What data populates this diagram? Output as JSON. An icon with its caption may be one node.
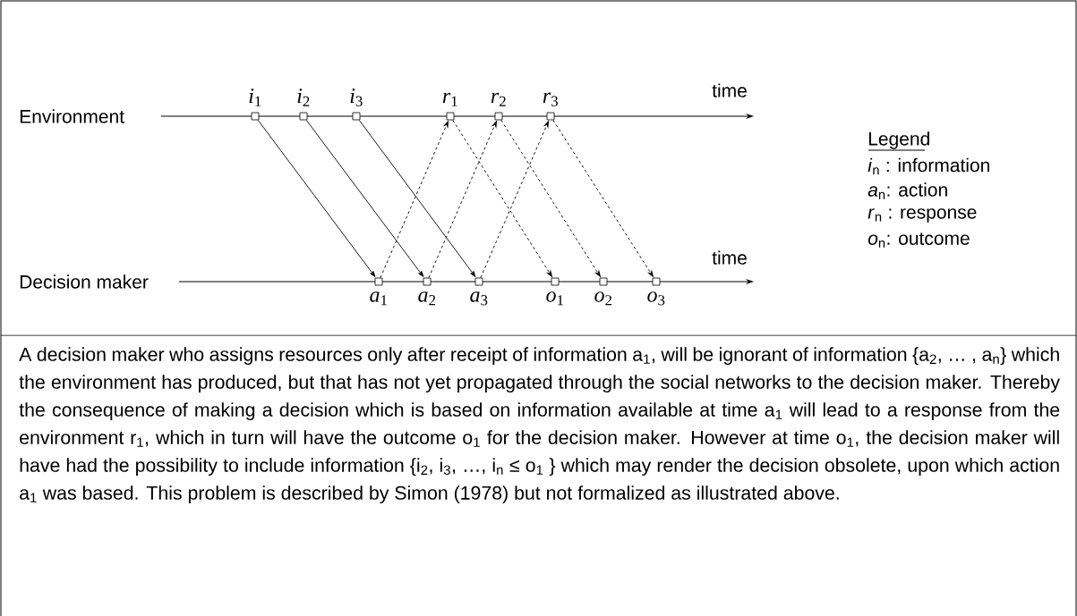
{
  "diagram": {
    "caption": "A decision maker who assigns resources only after receipt of information a$_{1}$, will be ignorant of information {a$_{2}$, … , a$_{n}$} which the environment has produced, but that has not yet propagated through the social networks to the decision maker. Thereby the consequence of making a decision which is based on information available at time a$_{1}$ will lead to a response from the environment r$_{1}$, which in turn will have the outcome o$_{1}$ for the decision maker. However at time o$_{1}$, the decision maker will have had the possibility to include information {i$_{2}$, i$_{3}$, …, i$_{n}$ ≤ o$_{1}$ } which may render the decision obsolete, upon which action a$_{1}$ was based. This problem is described by Simon (1978) but not formalized as illustrated above.",
    "nodes": [
      {
        "text": [],
        "shape": "box",
        "beside": [
          "*i*$_{1}$"
        ]
      },
      {
        "text": [],
        "shape": "box",
        "beside": [
          "*i*$_{2}$"
        ]
      },
      {
        "text": [],
        "shape": "box",
        "beside": [
          "*i*$_{3}$"
        ]
      },
      {
        "text": [],
        "shape": "box",
        "beside": [
          "*r*$_{1}$"
        ]
      },
      {
        "text": [],
        "shape": "box",
        "beside": [
          "*r*$_{2}$"
        ]
      },
      {
        "text": [],
        "shape": "box",
        "beside": [
          "*r*$_{3}$"
        ]
      },
      {
        "text": [],
        "shape": "box",
        "beside": [
          "*a*$_{1}$"
        ]
      },
      {
        "text": [],
        "shape": "box",
        "beside": [
          "*a*$_{2}$"
        ]
      },
      {
        "text": [],
        "shape": "box",
        "beside": [
          "*a*$_{3}$"
        ]
      },
      {
        "text": [],
        "shape": "box",
        "beside": [
          "*o*$_{1}$"
        ]
      },
      {
        "text": [],
        "shape": "box",
        "beside": [
          "*o*$_{2}$"
        ]
      },
      {
        "text": [],
        "shape": "box",
        "beside": [
          "*o*$_{3}$"
        ]
      }
    ],
    "edges": [
      {
        "from": 0,
        "to": 6,
        "arrow": "to"
      },
      {
        "from": 1,
        "to": 7,
        "arrow": "to"
      },
      {
        "from": 2,
        "to": 8,
        "arrow": "to"
      },
      {
        "from": 6,
        "to": 3,
        "arrow": "to",
        "style": "dashed"
      },
      {
        "from": 7,
        "to": 4,
        "arrow": "to",
        "style": "dashed"
      },
      {
        "from": 8,
        "to": 5,
        "arrow": "to",
        "style": "dashed"
      },
      {
        "from": 3,
        "to": 9,
        "arrow": "to",
        "style": "dashed"
      },
      {
        "from": 4,
        "to": 10,
        "arrow": "to",
        "style": "dashed"
      },
      {
        "from": 5,
        "to": 11,
        "arrow": "to",
        "style": "dashed"
      }
    ],
    "labels": [
      "time",
      "Environment",
      "Legend",
      "time",
      "Decision maker"
    ],
    "legend": [
      {
        "text": "*i*$_{n}$ : information"
      },
      {
        "text": "*a*$_{n}$: action"
      },
      {
        "text": "*r*$_{n}$ : response"
      },
      {
        "text": "*o*$_{n}$: outcome"
      }
    ]
  }
}
